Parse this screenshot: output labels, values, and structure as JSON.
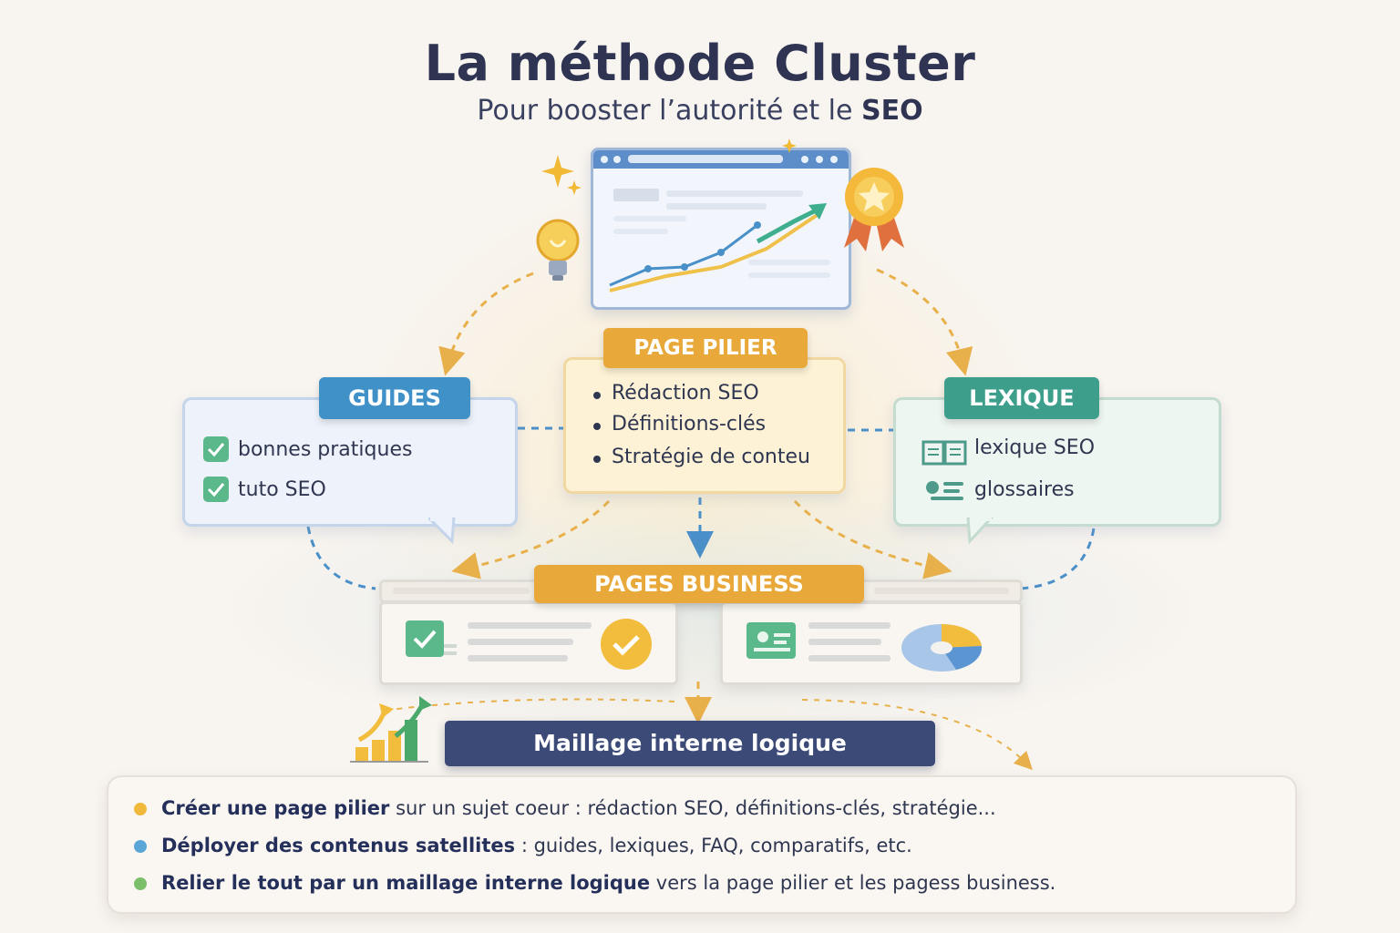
{
  "header": {
    "title": "La méthode Cluster",
    "subtitle_prefix": "Pour booster l’autorité et le",
    "subtitle_bold": "SEO"
  },
  "pilier": {
    "tag": "PAGE PILIER",
    "items": [
      "Rédaction SEO",
      "Définitions-clés",
      "Stratégie de conteu"
    ]
  },
  "guides": {
    "tag": "GUIDES",
    "items": [
      "bonnes pratiques",
      "tuto SEO"
    ]
  },
  "lexique": {
    "tag": "LEXIQUE",
    "items": [
      "lexique SEO",
      "glossaires"
    ]
  },
  "business": {
    "tag": "PAGES BUSINESS"
  },
  "maillage": {
    "label": "Maillage interne logique"
  },
  "summary": {
    "lines": [
      {
        "bold": "Créer une page pilier",
        "rest": " sur un sujet coeur :  rédaction SEO, définitions-clés, stratégie...",
        "color": "#f0b93c"
      },
      {
        "bold": "Déployer des contenus satellites",
        "rest": " : guides,  lexiques, FAQ, comparatifs, etc.",
        "color": "#5aa6d6"
      },
      {
        "bold": "Relier le tout par un maillage interne logique",
        "rest": " vers la page pilier et les pagess business.",
        "color": "#7cbf6b"
      }
    ]
  },
  "colors": {
    "guides": "#3f91c8",
    "lexique": "#3e9e8c",
    "pilier": "#e8a93a",
    "maillage": "#3c4a78"
  },
  "icons": [
    "sparkle-icon",
    "lightbulb-icon",
    "medal-icon",
    "browser-chart-icon",
    "checkbox-icon",
    "book-icon",
    "list-icon",
    "check-circle-icon",
    "id-card-icon",
    "pie-chart-icon",
    "growth-bars-icon"
  ]
}
